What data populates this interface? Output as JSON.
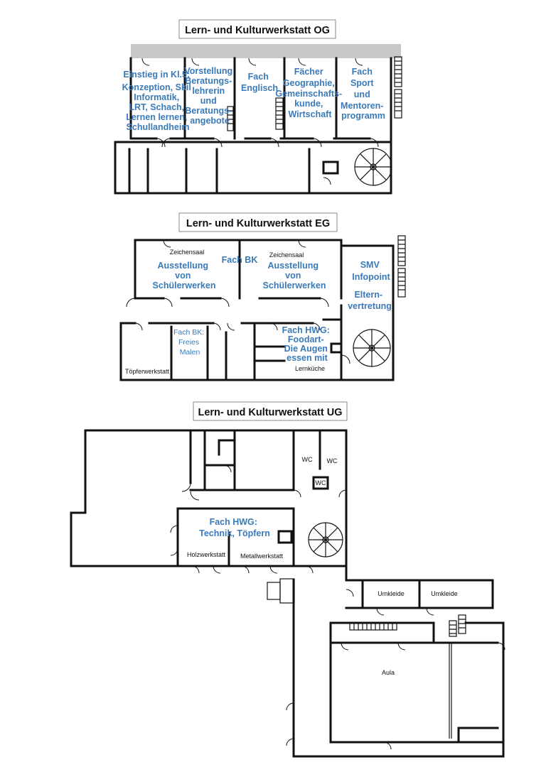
{
  "floors": {
    "og": {
      "title": "Lern- und Kulturwerkstatt OG",
      "rooms": [
        {
          "id": "einstieg",
          "lines": [
            "Einstieg in Kl.5:",
            "Konzeption, Skil",
            "Informatik,",
            "LRT, Schach,",
            "Lernen lernen,",
            "Schullandheim"
          ]
        },
        {
          "id": "beratung",
          "lines": [
            "Vorstellung",
            "Beratungs-",
            "lehrerin",
            "und",
            "Beratungs-",
            "angebote"
          ]
        },
        {
          "id": "englisch",
          "lines": [
            "Fach",
            "Englisch"
          ]
        },
        {
          "id": "geo",
          "lines": [
            "Fächer",
            "Geographie,",
            "Gemeinschafts-",
            "kunde,",
            "Wirtschaft"
          ]
        },
        {
          "id": "sport",
          "lines": [
            "Fach",
            "Sport",
            "und",
            "Mentoren-",
            "programm"
          ]
        }
      ]
    },
    "eg": {
      "title": "Lern- und Kulturwerkstatt EG",
      "zeichensaal": "Zeichensaal",
      "fach_bk": "Fach BK",
      "ausstellung": [
        "Ausstellung",
        "von",
        "Schülerwerken"
      ],
      "smv": [
        "SMV",
        "Infopoint"
      ],
      "eltern": [
        "Eltern-",
        "vertretung"
      ],
      "freies_malen": [
        "Fach BK:",
        "Freies",
        "Malen"
      ],
      "hwg": [
        "Fach HWG:",
        "Foodart-",
        "Die Augen",
        "essen mit"
      ],
      "toepfer": "Töpferwerkstatt",
      "lernkueche": "Lernküche"
    },
    "ug": {
      "title": "Lern- und Kulturwerkstatt UG",
      "hwg": [
        "Fach HWG:",
        "Technik, Töpfern"
      ],
      "holz": "Holzwerkstatt",
      "metall": "Metallwerkstatt",
      "wc": "WC",
      "umkleide": "Umkleide",
      "aula": "Aula"
    }
  }
}
